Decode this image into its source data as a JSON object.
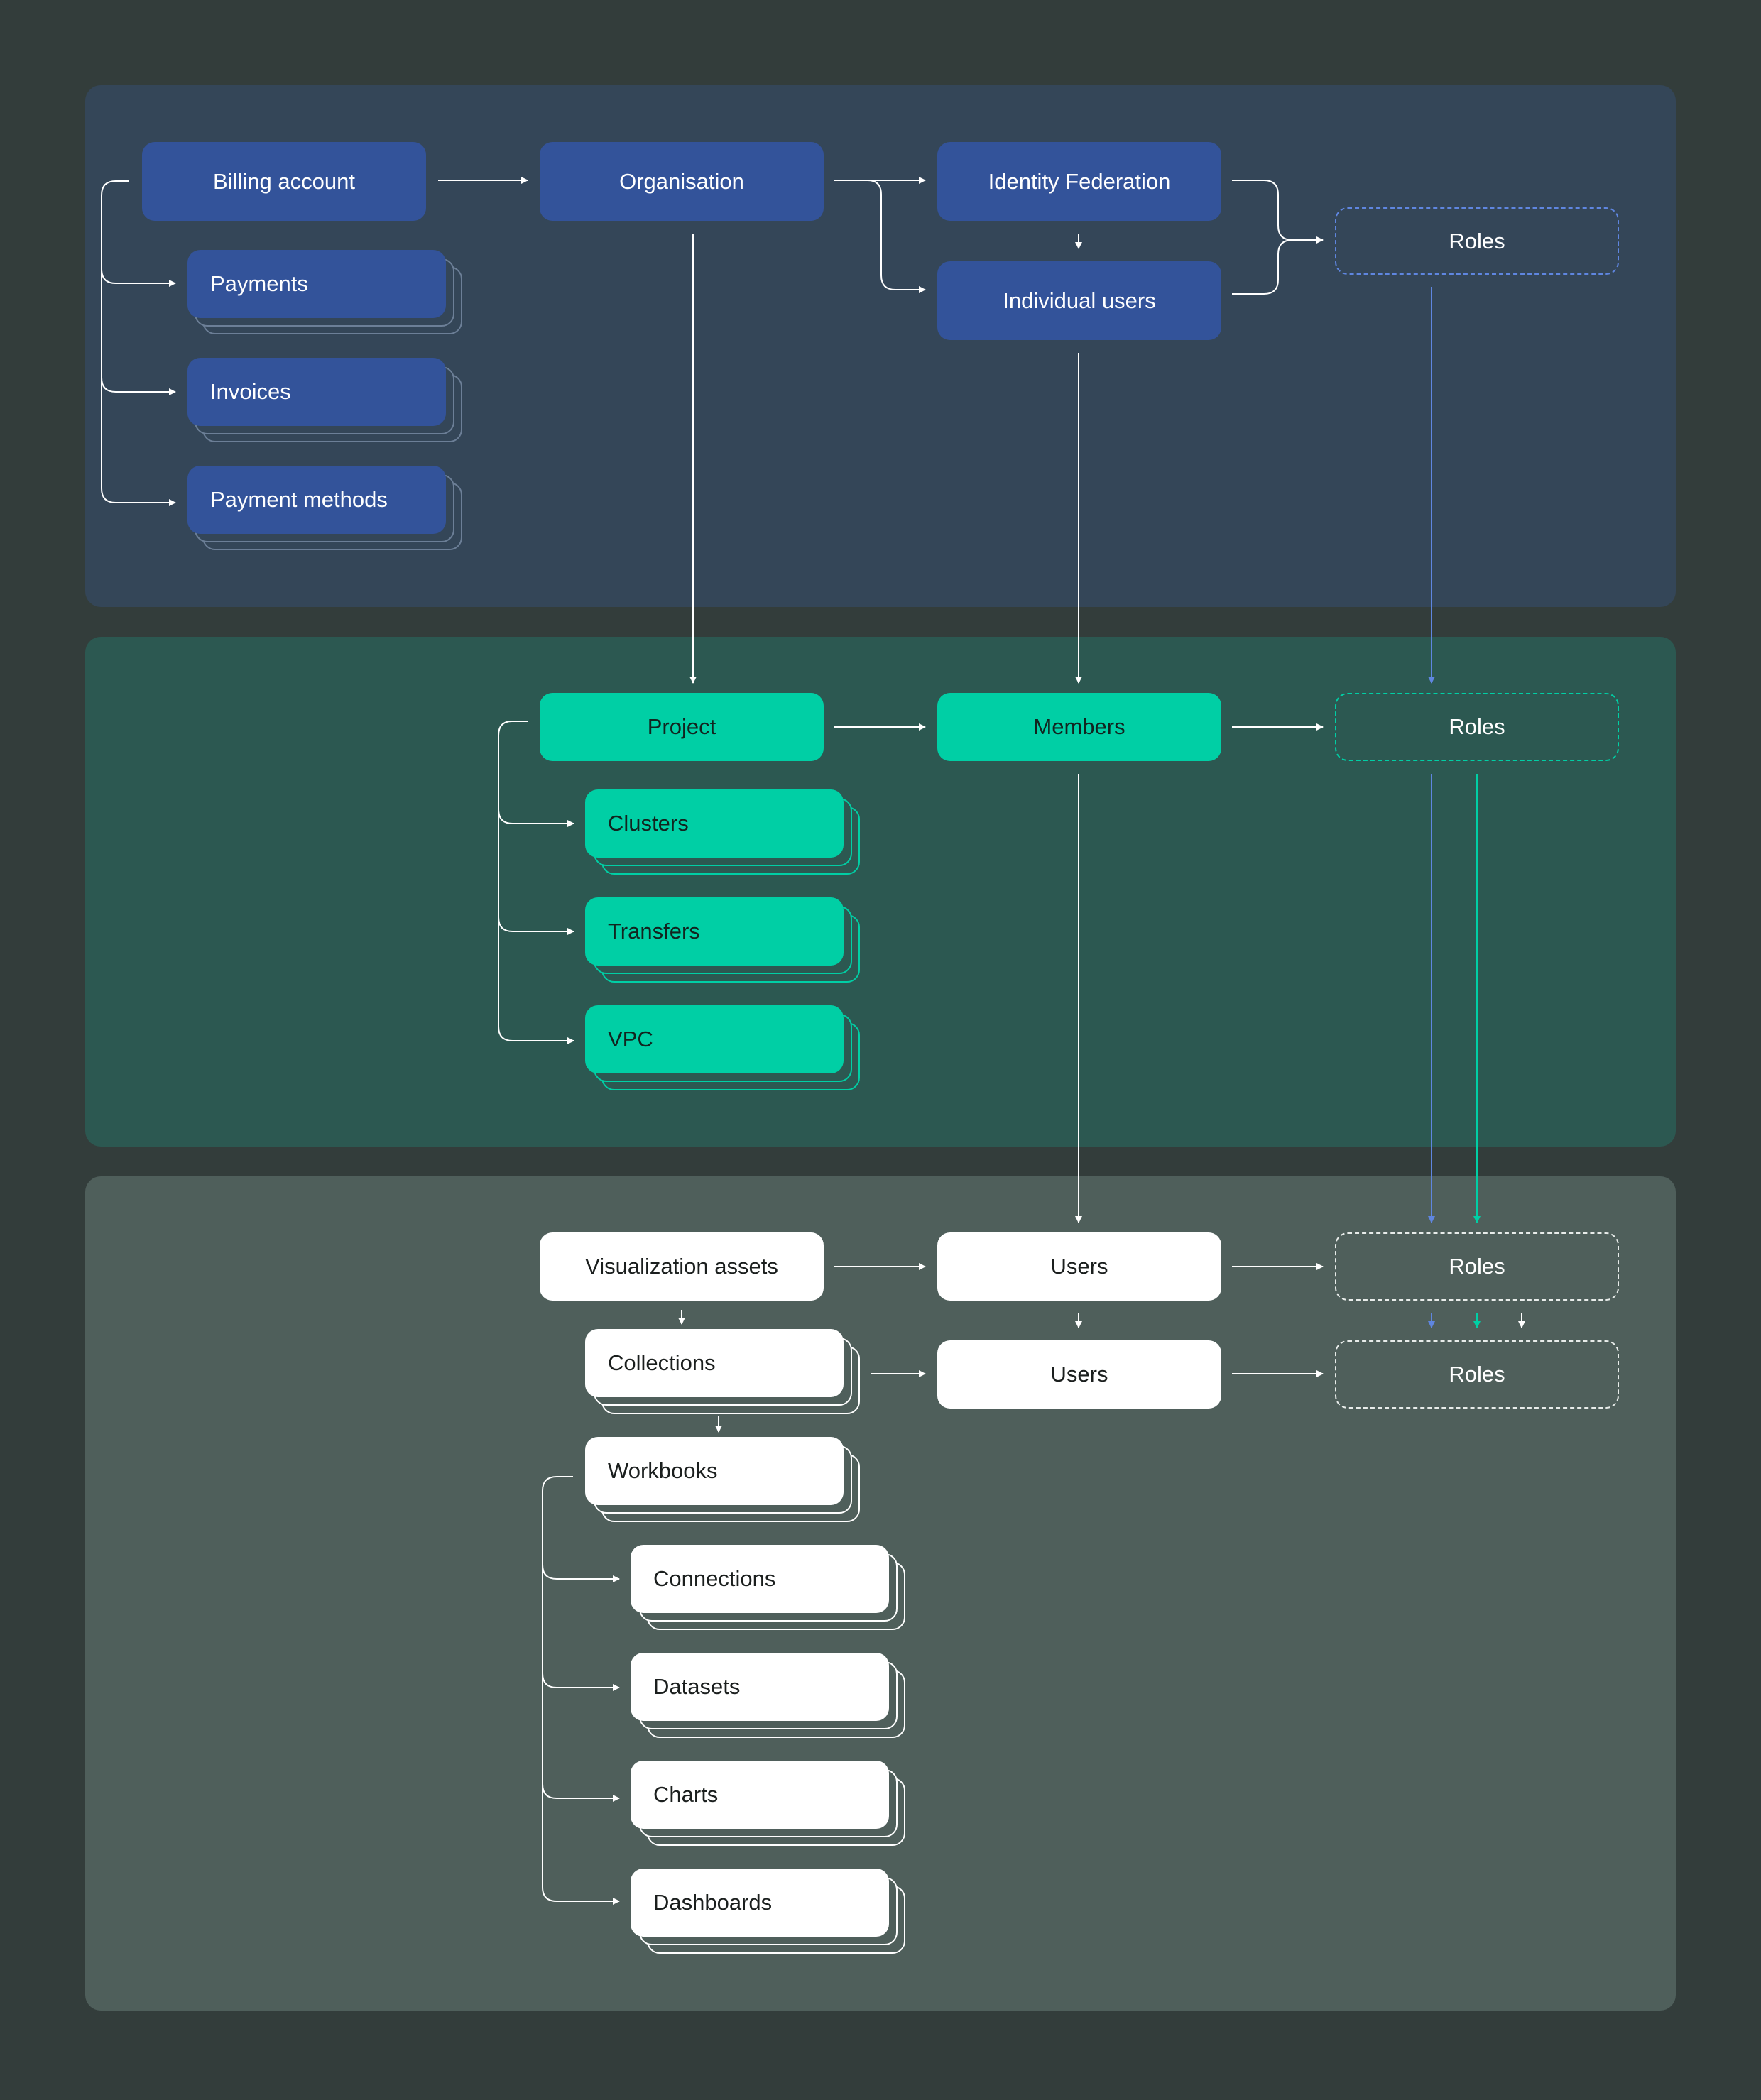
{
  "colors": {
    "background": "#333d3b",
    "org_panel": "#344658",
    "project_panel": "#2c5851",
    "viz_panel": "#4f5f5b",
    "org_node": "#33539a",
    "project_node": "#00cfa5",
    "viz_node": "#ffffff",
    "blue_arrow": "#5f86e0",
    "green_arrow": "#00cfa5",
    "white_arrow": "#ffffff"
  },
  "organisation_level": {
    "billing_account": "Billing account",
    "payments": "Payments",
    "invoices": "Invoices",
    "payment_methods": "Payment methods",
    "organisation": "Organisation",
    "identity_federation": "Identity Federation",
    "individual_users": "Individual users",
    "roles": "Roles"
  },
  "project_level": {
    "project": "Project",
    "clusters": "Clusters",
    "transfers": "Transfers",
    "vpc": "VPC",
    "members": "Members",
    "roles": "Roles"
  },
  "visualization_level": {
    "visualization_assets": "Visualization assets",
    "collections": "Collections",
    "workbooks": "Workbooks",
    "connections": "Connections",
    "datasets": "Datasets",
    "charts": "Charts",
    "dashboards": "Dashboards",
    "users_assets": "Users",
    "users_collections": "Users",
    "roles_assets": "Roles",
    "roles_collections": "Roles"
  }
}
